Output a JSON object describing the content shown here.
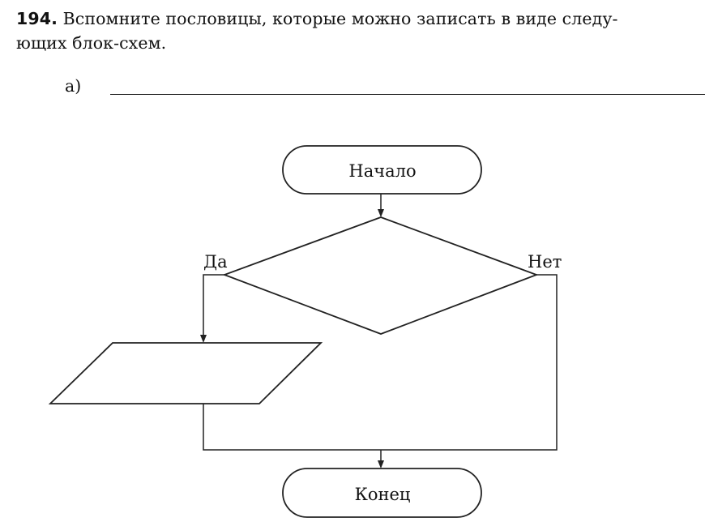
{
  "task": {
    "number": "194.",
    "line1": "Вспомните пословицы, которые можно записать в виде следу-",
    "line2": "ющих блок-схем."
  },
  "subtask": {
    "label": "а)"
  },
  "flowchart": {
    "start_label": "Начало",
    "end_label": "Конец",
    "yes_label": "Да",
    "no_label": "Нет"
  }
}
